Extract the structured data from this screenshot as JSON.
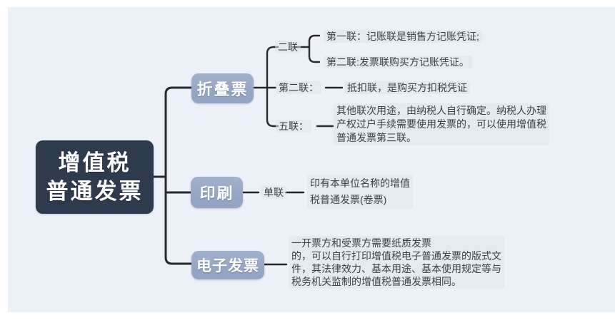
{
  "colors": {
    "page_bg": "#ffffff",
    "panel_bg": "#ecf1f8",
    "root_bg": "#2e3a4d",
    "branch_bg": "#93a4c4",
    "node_text": "#ffffff",
    "text": "#3b3f46",
    "line": "#26282e",
    "text_highlight": "rgba(224,228,235,0.55)"
  },
  "root": {
    "line1": "增值税",
    "line2": "普通发票"
  },
  "branches": {
    "folded": {
      "label": "折叠票"
    },
    "printed": {
      "label": "印刷"
    },
    "electronic": {
      "label": "电子发票"
    }
  },
  "folded": {
    "two": {
      "label": "二联",
      "item1": "第一联：记账联是销售方记账凭证;",
      "item2": "第二联:发票联购买方记账凭证。"
    },
    "second": {
      "label": "第二联：",
      "desc": "抵扣联，是购买方扣税凭证"
    },
    "five": {
      "label": "五联：",
      "desc": "其他联次用途，由纳税人自行确定。纳税人办理\n产权过户手续需要使用发票的，可以使用增值税\n普通发票第三联。"
    }
  },
  "printed": {
    "label": "单联",
    "desc": "印有本单位名称的增值\n税普通发票(卷票)"
  },
  "electronic": {
    "desc": "一开票方和受票方需要纸质发票\n的，可以自行打印增值税电子普通发票的版式文\n件，其法律效力、基本用途、基本使用规定等与\n税务机关监制的增值税普通发票相同。"
  }
}
